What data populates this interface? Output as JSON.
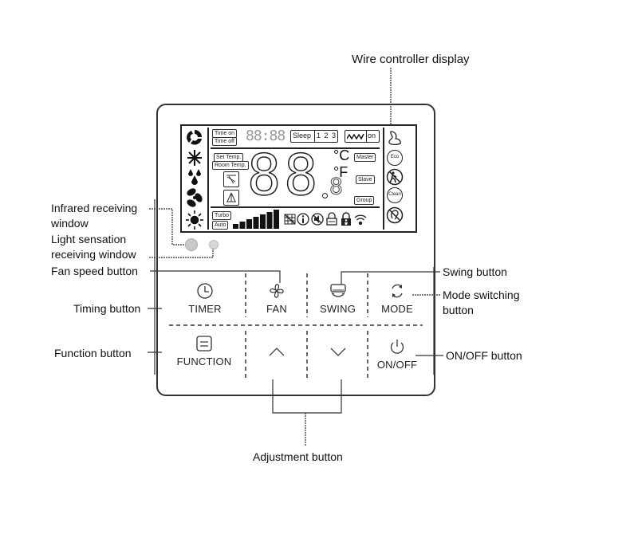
{
  "title_callout": "Wire controller display",
  "callouts": {
    "infrared": "Infrared receiving window",
    "light_sensor": "Light sensation receiving window",
    "fan_speed": "Fan speed button",
    "timing": "Timing button",
    "function": "Function button",
    "swing": "Swing button",
    "mode": "Mode switching button",
    "onoff": "ON/OFF button",
    "adjustment": "Adjustment button"
  },
  "buttons": {
    "timer": "TIMER",
    "fan": "FAN",
    "swing": "SWING",
    "mode": "MODE",
    "function": "FUNCTION",
    "up": "",
    "down": "",
    "onoff": "ON/OFF"
  },
  "lcd": {
    "time_on": "Time on",
    "time_off": "Time off",
    "clock_digits": "88:88",
    "sleep": "Sleep",
    "sleep_levels": "1 2 3",
    "heater_on": "on",
    "set_temp": "Set Temp.",
    "room_temp": "Room Temp.",
    "main_digits": "88",
    "decimal_digit": "8",
    "unit_c": "°C",
    "unit_f": "°F",
    "master": "Master",
    "slave": "Slave",
    "group": "Group",
    "turbo": "Turbo",
    "auto": "Auto",
    "eco": "Eco",
    "clean": "Clean",
    "fan_speed_bars": 7,
    "mode_icons": [
      "auto-mode-icon",
      "cool-snowflake-icon",
      "dry-drops-icon",
      "fan-mode-icon",
      "heat-sun-icon"
    ],
    "status_icons": [
      "filter-icon",
      "info-icon",
      "mute-icon",
      "lock-icon",
      "child-lock-icon",
      "wifi-icon"
    ],
    "right_icons": [
      "body-sense-icon",
      "eco-icon",
      "no-person-icon",
      "clean-icon",
      "no-ear-icon"
    ]
  }
}
